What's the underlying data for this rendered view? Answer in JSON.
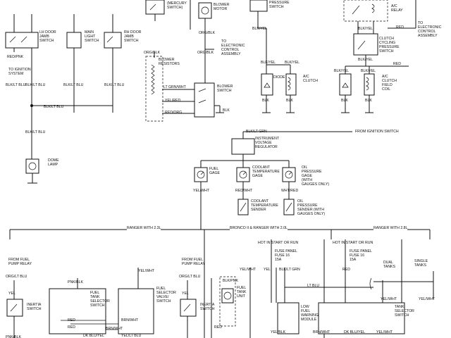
{
  "labels": {
    "mercury_switch": "(MERCURY\nSWITCH)",
    "blower_motor": "BLOWER\nMOTOR",
    "pressure_switch": "PRESSURE\nSWITCH",
    "ac_relay": "A/C\nRELAY",
    "to_ecu_1": "TO\nELECTRONIC\nCONTROL\nASSEMBLY",
    "lh_door": "LH DOOR\nJAMB\nSWITCH",
    "main_light": "MAIN\nLIGHT\nSWITCH",
    "rh_door": "RH DOOR\nJAMB\nSWITCH",
    "org_blk": "ORG/BLK",
    "to_ecu_2": "TO\nELECTRONIC\nCONTROL\nASSEMBLY",
    "red_pnk": "RED/PNK",
    "to_ignition": "TO IGNITION\nSYSTEM",
    "blower_resistors": "BLOWER\nRESISTORS",
    "lt_grn_wht": "LT GRN/WHT",
    "yel_red": "YEL/RED",
    "red_org": "RED/ORG",
    "blower_switch": "BLOWER\nSWITCH",
    "blk_small": "BLK",
    "blk_yel": "BLK/YEL",
    "diode": "DIODE",
    "ac_clutch": "A/C\nCLUTCH",
    "clutch_cycling": "CLUTCH\nCYCLING\nPRESSURE\nSWITCH",
    "ac_clutch_field": "A/C\nCLUTCH\nFIELD\nCOIL",
    "blk_lt_blu": "BLK/LT BLU",
    "blk": "BLK",
    "red": "RED",
    "dome_lamp": "DOME\nLAMP",
    "blk_lt_grn": "BLK/LT GRN",
    "from_ignition": "FROM IGNITION SWITCH",
    "ivr": "INSTRUMENT\nVOLTAGE\nREGULATOR",
    "fuel_gage": "FUEL\nGAGE",
    "coolant_gage": "COOLANT\nTEMPERATURE\nGAGE",
    "oil_gage": "OIL\nPRESSURE\nGAGE\n(WITH\nGAUGES ONLY)",
    "yel_wht": "YEL/WHT",
    "red_wht": "RED/WHT",
    "wht_red": "WHT/RED",
    "coolant_sender": "COOLANT\nTEMPERATURE\nSENDER",
    "oil_sender": "OIL\nPRESSURE\nSENDER (WITH\nGAUGES ONLY)",
    "ranger_23": "RANGER WITH 2.3L",
    "bronco_20": "BRONCO II & RANGER WITH 2.0L",
    "ranger_28": "RANGER WITH 2.8L",
    "hot_start_run": "HOT IN START OR RUN",
    "fuse_panel": "FUSE PANEL\nFUSE 16\n15A",
    "from_pump_relay": "FROM FUEL\nPUMP RELAY",
    "org_lt_blu": "ORG/LT BLU",
    "yel": "YEL",
    "inertia_switch": "INERTIA\nSWITCH",
    "pnk_blk": "PNK/BLK",
    "fuel_tank_valve": "FUEL\nTANK\nSELECTOR\nSWITCH",
    "fuel_selector_valve": "FUEL\nSELECTOR\nVALVE/\nSWITCH",
    "brn_wht": "BRN/WHT",
    "dk_blu_yel": "DK BLU/YEL",
    "yel_lt_blu": "YEL/LT BLU",
    "blk_pnk": "BLK/PNK",
    "fuel_tank_unit": "FUEL\nTANK\nUNIT",
    "lt_blu": "LT BLU",
    "low_fuel": "LOW\nFUEL\nWARNING\nMODULE",
    "dual_tanks": "DUAL\nTANKS",
    "single_tanks": "SINGLE\nTANKS",
    "tank_selector": "TANK\nSELECTOR\nSWITCH",
    "yel_blk": "YEL/BLK",
    "brn_wht2": "BRN/WHT",
    "dk_blu_yel2": "DK BLU/YEL",
    "yel_wht2": "YEL/WHT"
  }
}
